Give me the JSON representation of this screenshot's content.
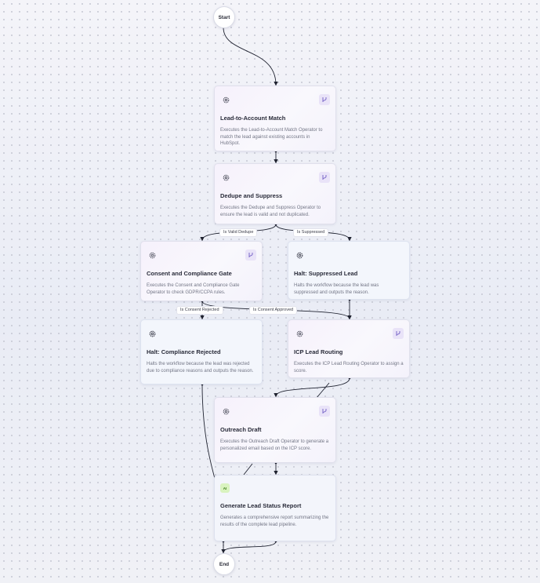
{
  "start_label": "Start",
  "end_label": "End",
  "icons": {
    "gear": "gear-icon",
    "corner": "branch-icon",
    "ai": "ai-badge-icon"
  },
  "colors": {
    "operator_bg": "#f6f1fc",
    "halt_bg": "#f3f6fc",
    "edge": "#1f2230",
    "corner_badge": "#e9e3f8",
    "ai_badge": "#d9f3bf"
  },
  "nodes": {
    "lead_match": {
      "title": "Lead-to-Account Match",
      "desc": "Executes the Lead-to-Account Match Operator to match the lead against existing accounts in HubSpot."
    },
    "dedupe": {
      "title": "Dedupe and Suppress",
      "desc": "Executes the Dedupe and Suppress Operator to ensure the lead is valid and not duplicated."
    },
    "consent": {
      "title": "Consent and Compliance Gate",
      "desc": "Executes the Consent and Compliance Gate Operator to check GDPR/CCPA rules."
    },
    "halt_suppressed": {
      "title": "Halt: Suppressed Lead",
      "desc": "Halts the workflow because the lead was suppressed and outputs the reason."
    },
    "halt_compliance": {
      "title": "Halt: Compliance Rejected",
      "desc": "Halts the workflow because the lead was rejected due to compliance reasons and outputs the reason."
    },
    "icp": {
      "title": "ICP Lead Routing",
      "desc": "Executes the ICP Lead Routing Operator to assign a score."
    },
    "outreach": {
      "title": "Outreach Draft",
      "desc": "Executes the Outreach Draft Operator to generate a personalized email based on the ICP score."
    },
    "report": {
      "badge": "AI",
      "title": "Generate Lead Status Report",
      "desc": "Generates a comprehensive report summarizing the results of the complete lead pipeline."
    }
  },
  "edge_labels": {
    "valid_dedupe": "Is Valid Dedupe",
    "suppressed": "Is Suppressed",
    "consent_rejected": "Is Consent Rejected",
    "consent_approved": "Is Consent Approved"
  }
}
